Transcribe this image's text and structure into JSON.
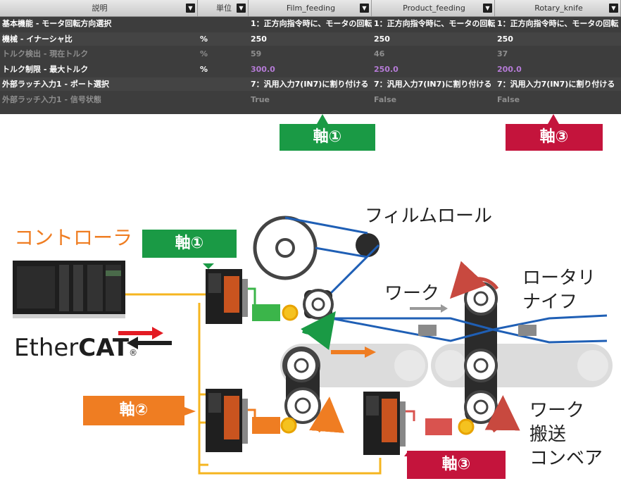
{
  "table": {
    "headers": [
      "説明",
      "単位",
      "Film_feeding",
      "Product_feeding",
      "Rotary_knife"
    ],
    "rows": [
      {
        "desc": "基本機能 - モータ回転方向選択",
        "unit": "",
        "v1": "1：正方向指令時に、モータの回転",
        "v2": "1：正方向指令時に、モータの回転",
        "v3": "1：正方向指令時に、モータの回転",
        "style": ""
      },
      {
        "desc": "機械 - イナーシャ比",
        "unit": "%",
        "v1": "250",
        "v2": "250",
        "v3": "250",
        "style": "alt"
      },
      {
        "desc": "トルク検出 - 現在トルク",
        "unit": "%",
        "v1": "59",
        "v2": "46",
        "v3": "37",
        "style": "dim"
      },
      {
        "desc": "トルク制限 - 最大トルク",
        "unit": "%",
        "v1": "300.0",
        "v2": "250.0",
        "v3": "200.0",
        "style": "purple"
      },
      {
        "desc": "外部ラッチ入力1 - ポート選択",
        "unit": "",
        "v1": "7：汎用入力7(IN7)に割り付ける",
        "v2": "7：汎用入力7(IN7)に割り付ける",
        "v3": "7：汎用入力7(IN7)に割り付ける",
        "style": "alt"
      },
      {
        "desc": "外部ラッチ入力1 - 信号状態",
        "unit": "",
        "v1": "True",
        "v2": "False",
        "v3": "False",
        "style": "dim"
      }
    ]
  },
  "badges": {
    "axis1": "軸①",
    "axis2": "軸②",
    "axis3": "軸③"
  },
  "labels": {
    "controller": "コントローラ",
    "ethercat_ether": "Ether",
    "ethercat_cat": "CAT",
    "ethercat_reg": "®",
    "film_roll": "フィルムロール",
    "work": "ワーク",
    "rotary_knife": "ロータリ\nナイフ",
    "conveyor": "ワーク\n搬送\nコンベア"
  },
  "colors": {
    "axis1": "#1a9a45",
    "axis2": "#ef7d22",
    "axis3": "#c4143c",
    "film": "#1f5fb5",
    "cable": "#f5b51f"
  }
}
